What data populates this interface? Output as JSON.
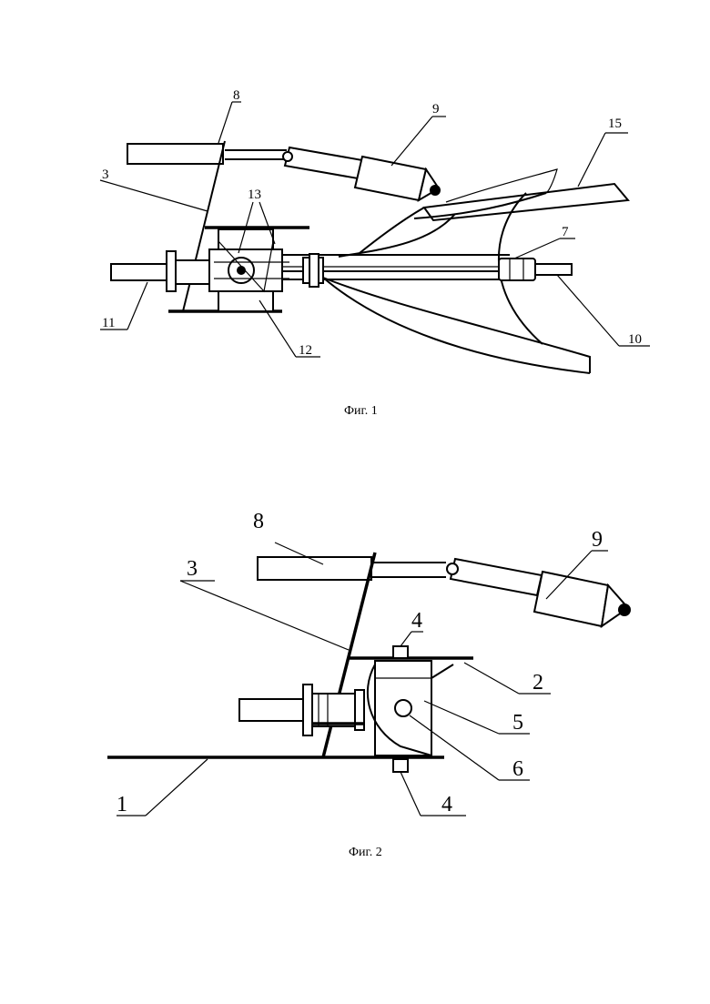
{
  "figure1": {
    "caption": "Фиг. 1",
    "labels": [
      "8",
      "9",
      "15",
      "3",
      "13",
      "7",
      "11",
      "12",
      "10"
    ]
  },
  "figure2": {
    "caption": "Фиг. 2",
    "labels": [
      "8",
      "9",
      "3",
      "4",
      "2",
      "5",
      "6",
      "1",
      "4"
    ]
  }
}
